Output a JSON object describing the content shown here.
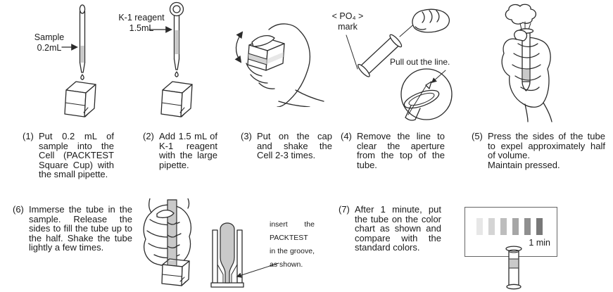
{
  "steps": [
    {
      "num": "(1)",
      "text": "Put 0.2 mL of sample into the Cell (PACKTEST Square Cup) with the small pipette."
    },
    {
      "num": "(2)",
      "text": "Add 1.5 mL of K-1 reagent with the large pipette."
    },
    {
      "num": "(3)",
      "text": "Put on the cap and shake the Cell 2-3 times."
    },
    {
      "num": "(4)",
      "text": "Remove the line to clear the aperture from the top of the tube."
    },
    {
      "num": "(5)",
      "text": "Press the sides of the tube to expel approximately half of volume.",
      "text2": "Maintain pressed."
    },
    {
      "num": "(6)",
      "text": "Immerse the tube in the sample. Release the sides to fill the tube up to the half. Shake the tube lightly a few times."
    },
    {
      "num": "(7)",
      "text": "After 1 minute, put the tube on the color chart as shown and compare with the standard colors."
    }
  ],
  "labels": {
    "sample_l1": "Sample",
    "sample_l2": "0.2mL",
    "reagent_l1": "K-1 reagent",
    "reagent_l2": "1.5mL",
    "po4_l1": "< PO₄ >",
    "po4_l2": "mark",
    "pull_line": "Pull out the line.",
    "groove_note": "insert the PACKTEST in the groove, as shown."
  },
  "color_chart": {
    "time_label": "1 min",
    "swatches": [
      "#e7e7e7",
      "#d4d4d4",
      "#bdbdbd",
      "#a6a6a6",
      "#8f8f8f",
      "#787878"
    ]
  },
  "figures": {
    "fig1": "small-pipette-dropping-sample-into-square-cup",
    "fig2": "large-pipette-adding-reagent-into-square-cup",
    "fig3": "hand-shaking-capped-cell",
    "fig4": "hand-pulling-line-from-tube-with-inset-detail",
    "fig5": "hand-pressing-tube-expelling-air",
    "fig6": "hand-immersing-tube-in-sample-cup",
    "fig7": "packtest-tube-inserted-in-groove-cross-section",
    "fig8": "color-comparison-chart-with-tube"
  },
  "palette": {
    "line": "#2b2b2b",
    "fill_gray": "#c9c9c9",
    "text": "#1a1a1a"
  }
}
